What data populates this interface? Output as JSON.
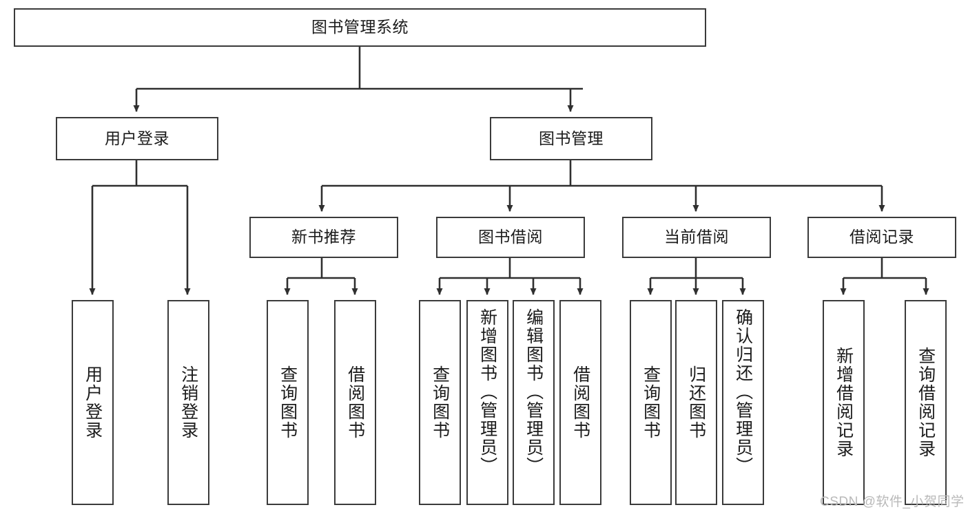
{
  "diagram": {
    "type": "tree",
    "title": "图书管理系统",
    "style": {
      "box_border_color": "#3a3a3a",
      "box_fill_color": "#ffffff",
      "edge_color": "#2f2f2f",
      "text_color": "#1b1b1b",
      "background": "#ffffff"
    },
    "levels": {
      "root": "图书管理系统",
      "level2": [
        "用户登录",
        "图书管理"
      ],
      "level3": [
        "新书推荐",
        "图书借阅",
        "当前借阅",
        "借阅记录"
      ]
    },
    "nodes": {
      "root": {
        "label": "图书管理系统"
      },
      "user_login": {
        "label": "用户登录"
      },
      "book_manage": {
        "label": "图书管理"
      },
      "new_book_rec": {
        "label": "新书推荐"
      },
      "book_borrow": {
        "label": "图书借阅"
      },
      "current_borrow": {
        "label": "当前借阅"
      },
      "borrow_record": {
        "label": "借阅记录"
      },
      "leaf_user_login": {
        "label": "用户登录"
      },
      "leaf_user_logout": {
        "label": "注销登录"
      },
      "leaf_rec_query": {
        "label": "查询图书"
      },
      "leaf_rec_borrow": {
        "label": "借阅图书"
      },
      "leaf_borrow_query": {
        "label": "查询图书"
      },
      "leaf_borrow_add": {
        "label": "新增图书（管理员）"
      },
      "leaf_borrow_edit": {
        "label": "编辑图书（管理员）"
      },
      "leaf_borrow_lend": {
        "label": "借阅图书"
      },
      "leaf_cur_query": {
        "label": "查询图书"
      },
      "leaf_cur_return": {
        "label": "归还图书"
      },
      "leaf_cur_confirm": {
        "label": "确认归还（管理员）"
      },
      "leaf_rec_add": {
        "label": "新增借阅记录"
      },
      "leaf_rec_search": {
        "label": "查询借阅记录"
      }
    },
    "edges": [
      {
        "from": "root",
        "to": "user_login"
      },
      {
        "from": "root",
        "to": "book_manage"
      },
      {
        "from": "user_login",
        "to": "leaf_user_login"
      },
      {
        "from": "user_login",
        "to": "leaf_user_logout"
      },
      {
        "from": "book_manage",
        "to": "new_book_rec"
      },
      {
        "from": "book_manage",
        "to": "book_borrow"
      },
      {
        "from": "book_manage",
        "to": "current_borrow"
      },
      {
        "from": "book_manage",
        "to": "borrow_record"
      },
      {
        "from": "new_book_rec",
        "to": "leaf_rec_query"
      },
      {
        "from": "new_book_rec",
        "to": "leaf_rec_borrow"
      },
      {
        "from": "book_borrow",
        "to": "leaf_borrow_query"
      },
      {
        "from": "book_borrow",
        "to": "leaf_borrow_add"
      },
      {
        "from": "book_borrow",
        "to": "leaf_borrow_edit"
      },
      {
        "from": "book_borrow",
        "to": "leaf_borrow_lend"
      },
      {
        "from": "current_borrow",
        "to": "leaf_cur_query"
      },
      {
        "from": "current_borrow",
        "to": "leaf_cur_return"
      },
      {
        "from": "current_borrow",
        "to": "leaf_cur_confirm"
      },
      {
        "from": "borrow_record",
        "to": "leaf_rec_add"
      },
      {
        "from": "borrow_record",
        "to": "leaf_rec_search"
      }
    ]
  },
  "watermark": {
    "text": "CSDN @软件_小贺同学"
  }
}
